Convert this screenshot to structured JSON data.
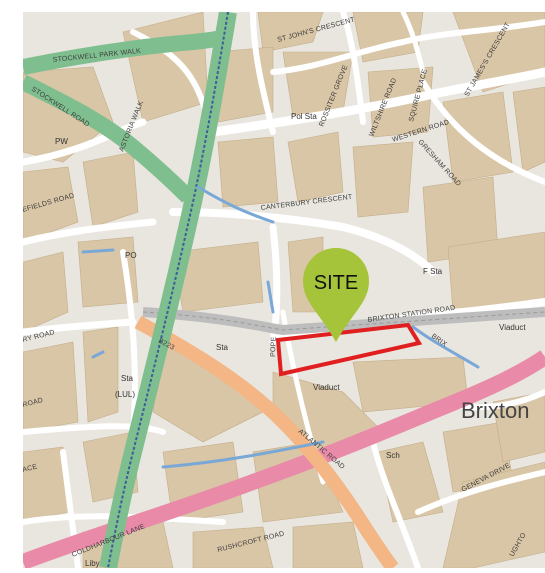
{
  "map": {
    "site_label": "SITE",
    "area_label": "Brixton",
    "colors": {
      "background": "#e9e6df",
      "building": "#d9c6a6",
      "road": "#ffffff",
      "a_road": "#7fbf8f",
      "b_road": "#f3b684",
      "pink_road": "#e98aa8",
      "water_marks": "#7aa8d6",
      "site_outline": "#e02020",
      "site_pin": "#a6c43a"
    },
    "street_labels": {
      "stockwell_park_walk": "STOCKWELL PARK WALK",
      "stockwell_road": "STOCKWELL ROAD",
      "astoria_walk": "ASTORIA WALK",
      "st_johns_crescent": "ST JOHN'S CRESCENT",
      "rossiter_grove": "ROSSITER GROVE",
      "wiltshire_road": "WILTSHIRE ROAD",
      "squire_place": "SQUIRE PLACE",
      "st_james_crescent": "ST JAMES'S CRESCENT",
      "western_road": "WESTERN ROAD",
      "gresham_road": "GRESHAM ROAD",
      "canterbury_crescent": "CANTERBURY CRESCENT",
      "efields_road": "EFIELDS ROAD",
      "brixton_station_road": "BRIXTON STATION ROAD",
      "ry_road": "RY ROAD",
      "b223": "B223",
      "pope_road": "POPE",
      "atlantic_road": "ATLANTIC ROAD",
      "road_left": "ROAD",
      "coldharbour_lane": "COLDHARBOUR LANE",
      "rushcroft_road": "RUSHCROFT ROAD",
      "geneva_drive": "GENEVA DRIVE",
      "ughto": "UGHTO",
      "ace": "ACE",
      "brix": "BRIX"
    },
    "poi_labels": {
      "pw": "PW",
      "pol_sta": "Pol Sta",
      "po": "PO",
      "f_sta": "F Sta",
      "sta": "Sta",
      "sta2": "Sta",
      "lul": "(LUL)",
      "viaduct_center": "Viaduct",
      "viaduct_right": "Viaduct",
      "sch": "Sch",
      "liby": "Liby"
    }
  }
}
